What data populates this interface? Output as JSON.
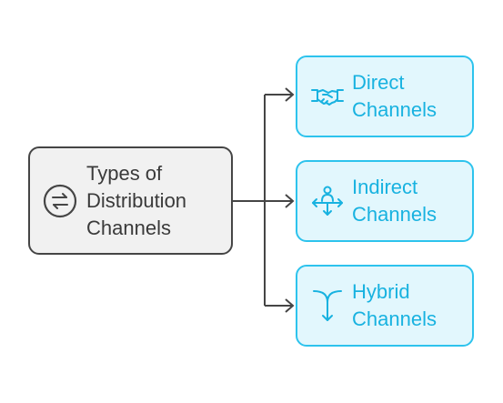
{
  "root": {
    "line1": "Types of",
    "line2": "Distribution",
    "line3": "Channels",
    "icon": "exchange-arrows-icon"
  },
  "children": [
    {
      "line1": "Direct",
      "line2": "Channels",
      "icon": "handshake-icon"
    },
    {
      "line1": "Indirect",
      "line2": "Channels",
      "icon": "person-arrows-icon"
    },
    {
      "line1": "Hybrid",
      "line2": "Channels",
      "icon": "merge-arrow-icon"
    }
  ],
  "colors": {
    "root_fill": "#f1f1f1",
    "root_border": "#454545",
    "child_fill": "#e2f7fd",
    "child_border": "#2dc3ed",
    "child_text": "#18b2e0",
    "connector": "#454545"
  }
}
